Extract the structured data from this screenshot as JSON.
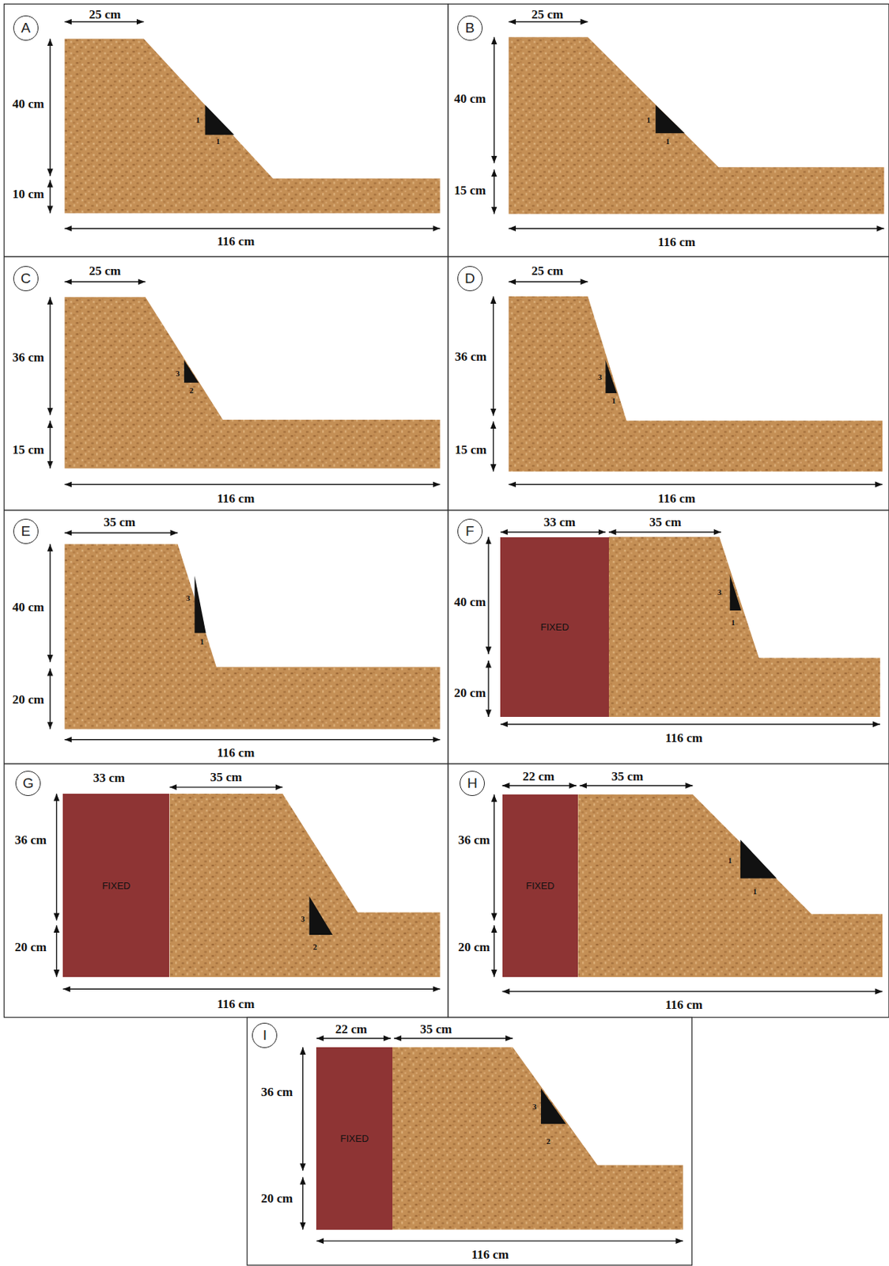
{
  "diagram": {
    "nodes": [
      {
        "text": [
          "A"
        ]
      },
      {
        "text": [
          "B"
        ]
      },
      {
        "text": [
          "C"
        ]
      },
      {
        "text": [
          "D"
        ]
      },
      {
        "text": [
          "E"
        ]
      },
      {
        "text": [
          "F"
        ]
      },
      {
        "text": [
          "FIXED"
        ]
      },
      {
        "text": [
          "G"
        ]
      },
      {
        "text": [
          "FIXED"
        ]
      },
      {
        "text": [
          "H"
        ]
      },
      {
        "text": [
          "FIXED"
        ]
      },
      {
        "text": [
          "I"
        ]
      },
      {
        "text": [
          "FIXED"
        ]
      }
    ],
    "labels": [
      "25 cm",
      "40 cm",
      "10 cm",
      "116 cm",
      "1",
      "1",
      "25 cm",
      "40 cm",
      "15 cm",
      "116 cm",
      "1",
      "1",
      "25 cm",
      "36 cm",
      "15 cm",
      "116 cm",
      "3",
      "2",
      "25 cm",
      "36 cm",
      "15 cm",
      "116 cm",
      "3",
      "1",
      "35 cm",
      "40 cm",
      "20 cm",
      "116 cm",
      "3",
      "1",
      "33 cm",
      "35 cm",
      "40 cm",
      "20 cm",
      "116 cm",
      "3",
      "1",
      "33 cm",
      "35 cm",
      "36 cm",
      "20 cm",
      "116 cm",
      "3",
      "2",
      "22 cm",
      "35 cm",
      "36 cm",
      "20 cm",
      "116 cm",
      "1",
      "1",
      "22 cm",
      "35 cm",
      "36 cm",
      "20 cm",
      "116 cm",
      "3",
      "2"
    ]
  }
}
